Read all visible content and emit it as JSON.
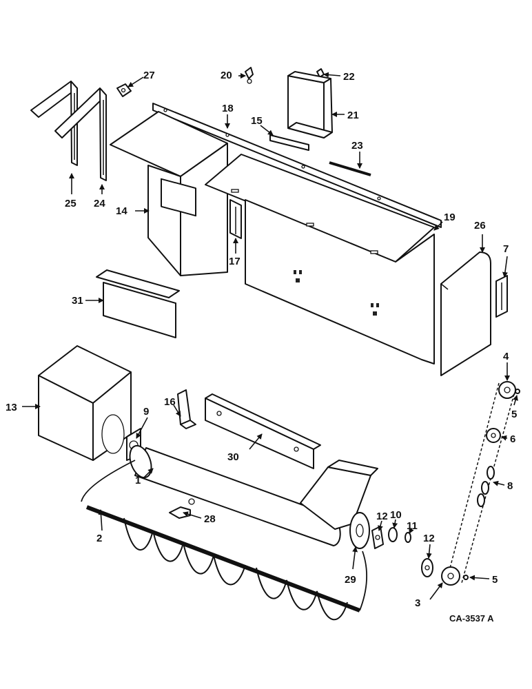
{
  "diagram": {
    "drawing_code": "CA-3537 A",
    "callouts": {
      "c1": "1",
      "c2": "2",
      "c3": "3",
      "c4": "4",
      "c5a": "5",
      "c5b": "5",
      "c6": "6",
      "c7": "7",
      "c8": "8",
      "c9": "9",
      "c10": "10",
      "c11": "11",
      "c12a": "12",
      "c12b": "12",
      "c13": "13",
      "c14": "14",
      "c15": "15",
      "c16": "16",
      "c17": "17",
      "c18": "18",
      "c19": "19",
      "c20": "20",
      "c21": "21",
      "c22": "22",
      "c23": "23",
      "c24": "24",
      "c25": "25",
      "c26": "26",
      "c27": "27",
      "c28": "28",
      "c29": "29",
      "c30": "30",
      "c31": "31"
    }
  }
}
